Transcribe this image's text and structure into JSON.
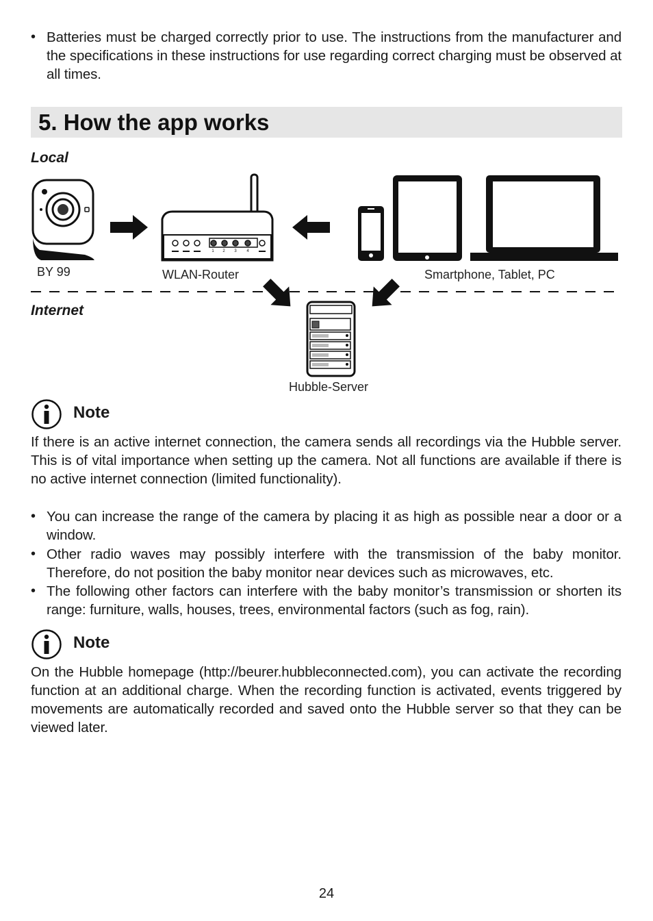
{
  "intro_bullet": "Batteries must be charged correctly prior to use. The instructions from the manufacturer and the specifications in these instructions for use regarding correct charging must be observed at all times.",
  "section_title": "5. How the app works",
  "diagram": {
    "local_label": "Local",
    "internet_label": "Internet",
    "camera_label": "BY 99",
    "router_label": "WLAN-Router",
    "devices_label": "Smartphone, Tablet, PC",
    "server_label": "Hubble-Server",
    "router_ports": [
      "1",
      "2",
      "3",
      "4"
    ]
  },
  "note1": {
    "title": "Note",
    "text": "If there is an active internet connection, the camera sends all recordings via the Hubble server. This is of vital importance when setting up the camera. Not all functions are available if there is no active internet connection (limited functionality)."
  },
  "bullets": [
    "You can increase the range of the camera by placing it as high as possible near a door or a window.",
    "Other radio waves may possibly interfere with the transmission of the baby monitor. Therefore, do not position the baby monitor near devices such as microwaves, etc.",
    "The following other factors can interfere with the baby monitor’s transmission or shorten its range: furniture, walls, houses, trees, environmental factors (such as fog, rain)."
  ],
  "note2": {
    "title": "Note",
    "text": "On the Hubble homepage (http://beurer.hubbleconnected.com), you can activate the recording function at an additional charge. When the recording function is activated, events triggered by movements are automatically recorded and saved onto the Hubble server so that they can be viewed later."
  },
  "page_number": "24"
}
